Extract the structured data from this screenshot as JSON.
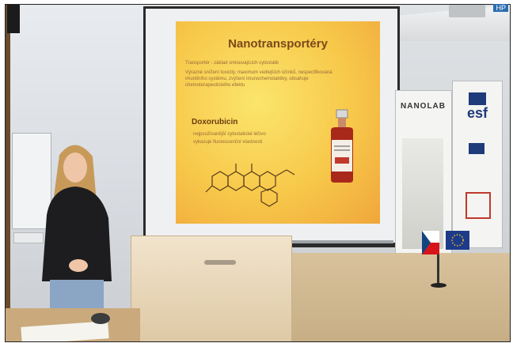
{
  "slide": {
    "title": "Nanotransportéry",
    "bullets": [
      "Transportér - základ smlouvajících cytostatik",
      "Výrazné snížení toxicity, maximum vedlejších účinků, nespecifikovaná",
      "imunitního systému, zvýšení imunochemotaktiky, obsahuje",
      "chemoterapeutického efektu"
    ],
    "subheading": "Doxorubicin",
    "sub_bullets": [
      "nejpoužívanější cytostatické léčivo",
      "vykazuje fluorescenční vlastnosti"
    ]
  },
  "banners": {
    "left_logo": "NANOLAB",
    "right_logo": "esf"
  },
  "colors": {
    "slide_center": "#fbe56c",
    "slide_edge": "#f0a63b",
    "slide_title": "#7a4a1a",
    "esf_blue": "#1e3b7a",
    "vial_liquid": "#a8281a"
  },
  "corner_badge": "HP"
}
